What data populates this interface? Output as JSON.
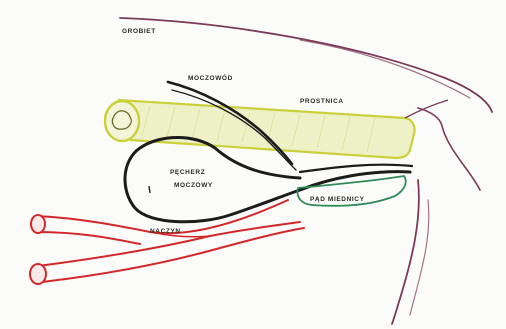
{
  "labels": {
    "groiset": "GROBIET",
    "moczowod": "MOCZOWÓD",
    "prostnica": "PROSTNICA",
    "pecherz_1": "PĘCHERZ",
    "pecherz_2": "MOCZOWY",
    "pod_mienica": "PĄD MIEDNICY",
    "naczyn": "NACZYN"
  },
  "colors": {
    "paper": "#fbfbf9",
    "outline_purple": "#7c3a5a",
    "yellow_green": "#c9d03a",
    "black": "#1c1c1c",
    "red": "#d2282a",
    "green": "#2e8b57"
  }
}
